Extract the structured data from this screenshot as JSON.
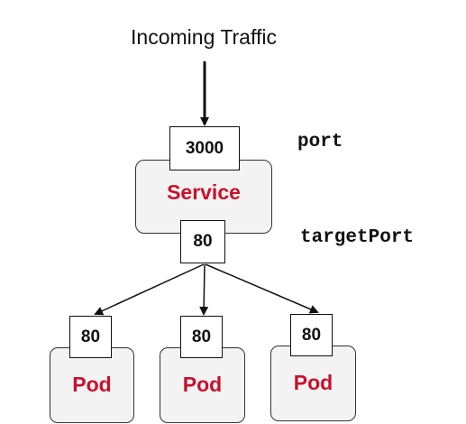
{
  "header": {
    "incoming_label": "Incoming Traffic"
  },
  "service": {
    "label": "Service",
    "port": "3000",
    "target_port": "80",
    "port_caption": "port",
    "target_port_caption": "targetPort"
  },
  "pods": [
    {
      "label": "Pod",
      "port": "80"
    },
    {
      "label": "Pod",
      "port": "80"
    },
    {
      "label": "Pod",
      "port": "80"
    }
  ],
  "colors": {
    "accent": "#c8102e",
    "box_fill": "#f3f3f3",
    "stroke": "#111111"
  }
}
